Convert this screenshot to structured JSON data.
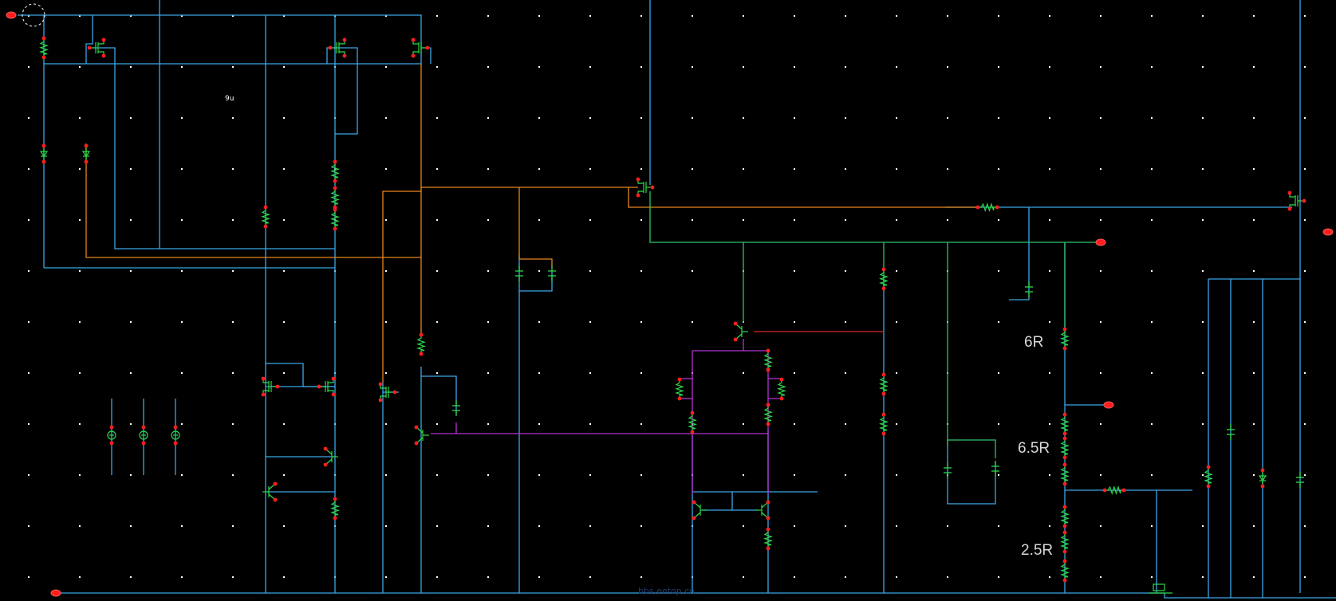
{
  "labels": {
    "current": "9u",
    "r_top": "6R",
    "r_mid": "6.5R",
    "r_bot": "2.5R"
  },
  "watermark": "bbs.eetop.cn",
  "colors": {
    "background": "#000000",
    "grid_dot": "#ffffff",
    "wire_blue": "#3ba7e6",
    "wire_orange": "#e8861f",
    "wire_green": "#2fc26a",
    "wire_red": "#e02828",
    "wire_purple": "#b433d6",
    "component": "#2fd94a",
    "pin": "#ff1e1e"
  }
}
